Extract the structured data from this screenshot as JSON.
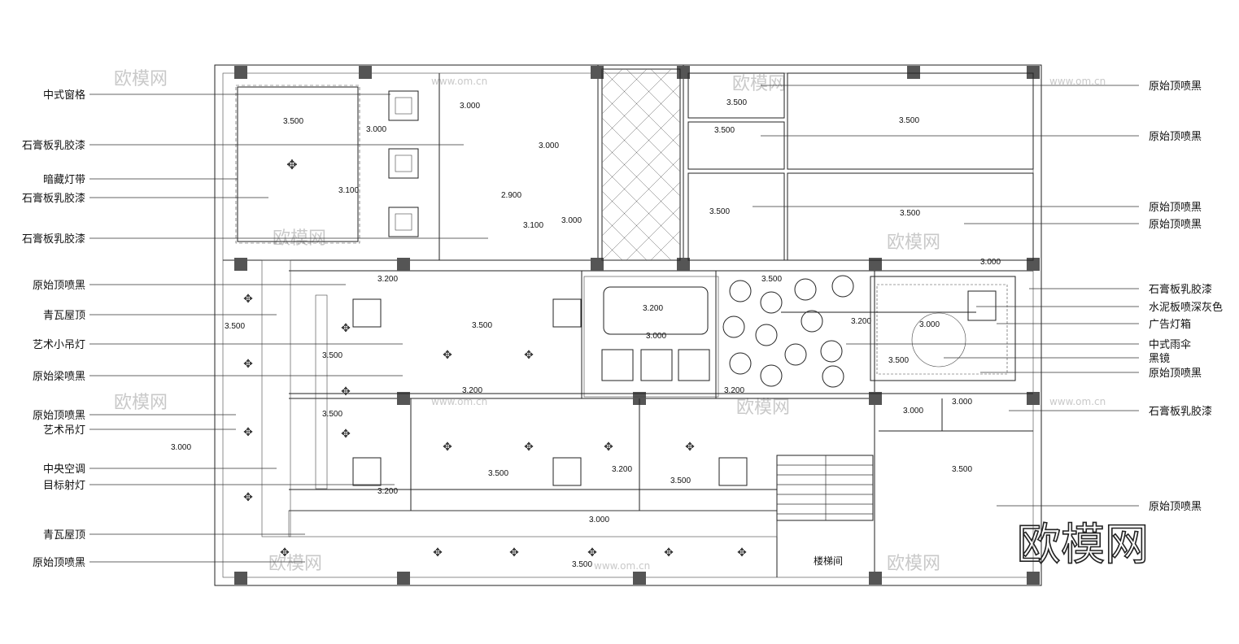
{
  "labels_left": [
    "中式窗格",
    "石膏板乳胶漆",
    "暗藏灯带",
    "石膏板乳胶漆",
    "石膏板乳胶漆",
    "原始顶喷黑",
    "青瓦屋顶",
    "艺术小吊灯",
    "原始梁喷黑",
    "原始顶喷黑",
    "艺术吊灯",
    "中央空调",
    "目标射灯",
    "青瓦屋顶",
    "原始顶喷黑"
  ],
  "labels_right": [
    "原始顶喷黑",
    "原始顶喷黑",
    "原始顶喷黑",
    "原始顶喷黑",
    "石膏板乳胶漆",
    "水泥板喷深灰色",
    "广告灯箱",
    "中式雨伞",
    "黑镜",
    "原始顶喷黑",
    "石膏板乳胶漆",
    "原始顶喷黑"
  ],
  "dimensions": [
    "3.500",
    "3.000",
    "3.000",
    "3.000",
    "3.100",
    "2.900",
    "3.100",
    "3.000",
    "3.500",
    "3.500",
    "3.500",
    "3.500",
    "3.500",
    "3.200",
    "3.500",
    "3.500",
    "3.200",
    "3.500",
    "3.000",
    "3.200",
    "3.500",
    "3.000",
    "3.500",
    "3.000",
    "3.200",
    "3.000",
    "3.200",
    "3.000",
    "3.500",
    "3.200",
    "3.500",
    "3.200",
    "3.500",
    "3.000",
    "3.500",
    "3.000",
    "3.500"
  ],
  "room_label": "楼梯间",
  "watermark": "欧模网",
  "watermark_url": "www.om.cn",
  "brand": "欧模网",
  "colors": {
    "line": "#222222",
    "watermark": "#c9c9c9",
    "column": "#555555"
  }
}
